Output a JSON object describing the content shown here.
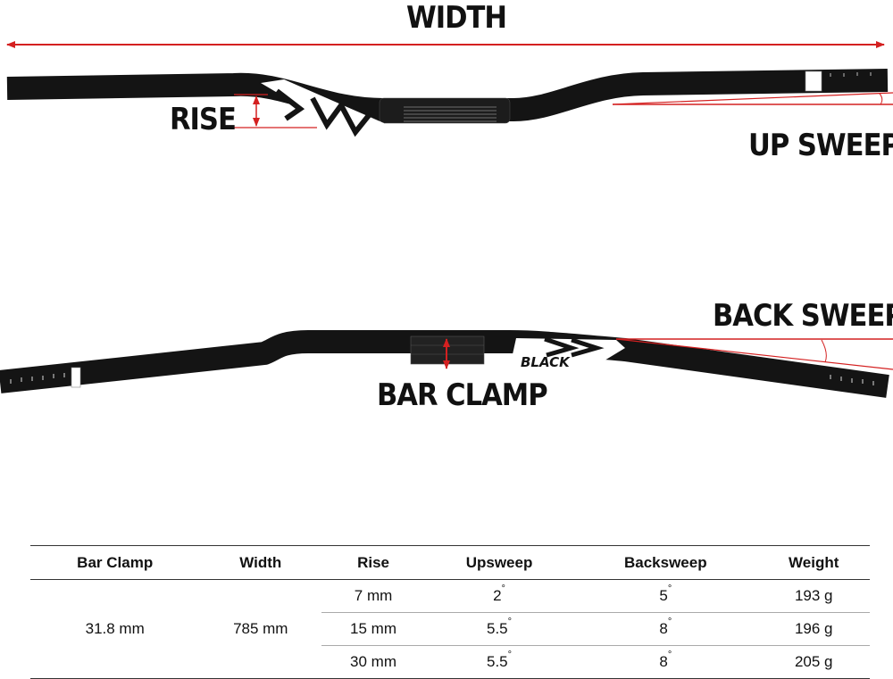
{
  "labels": {
    "width": "WIDTH",
    "rise": "RISE",
    "up_sweep": "UP SWEEP",
    "back_sweep": "BACK SWEEP",
    "bar_clamp": "BAR CLAMP",
    "decal_text": "BLACK"
  },
  "colors": {
    "arrow": "#d42020",
    "bar": "#141414",
    "decal": "#ffffff"
  },
  "table": {
    "headers": [
      "Bar Clamp",
      "Width",
      "Rise",
      "Upsweep",
      "Backsweep",
      "Weight"
    ],
    "bar_clamp": "31.8 mm",
    "width": "785 mm",
    "degree_symbol": "°",
    "rows": [
      {
        "rise": "7 mm",
        "upsweep": "2",
        "backsweep": "5",
        "weight": "193 g"
      },
      {
        "rise": "15 mm",
        "upsweep": "5.5",
        "backsweep": "8",
        "weight": "196 g"
      },
      {
        "rise": "30 mm",
        "upsweep": "5.5",
        "backsweep": "8",
        "weight": "205 g"
      }
    ]
  }
}
